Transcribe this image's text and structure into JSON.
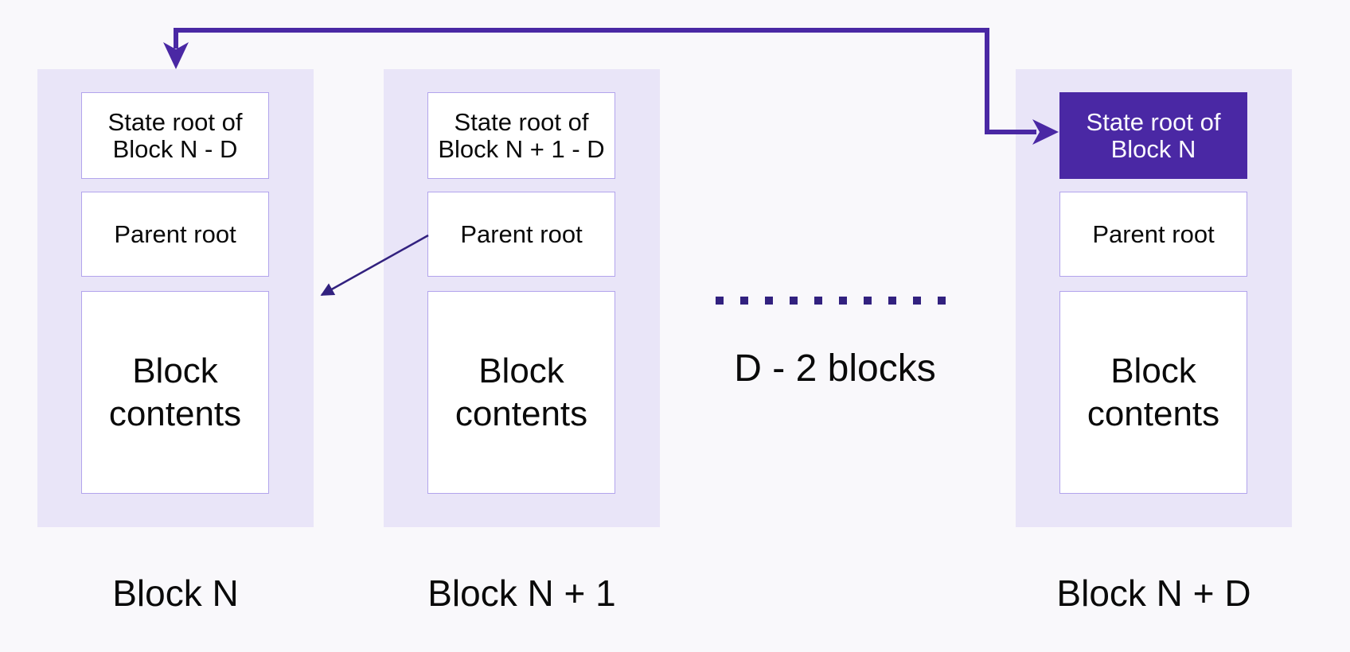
{
  "colors": {
    "background": "#f9f8fb",
    "container_fill": "#e9e5f8",
    "box_border": "#b2a4ec",
    "box_fill": "#ffffff",
    "highlight_fill": "#4a28a4",
    "highlight_text": "#fbfaff",
    "arrow_primary": "#4a28a4",
    "arrow_secondary": "#32217f",
    "text": "#0a0a0a"
  },
  "columns": [
    {
      "label": "Block N",
      "state_root_highlighted": false,
      "boxes": {
        "state_root": "State root of\nBlock N - D",
        "parent_root": "Parent root",
        "contents": "Block\ncontents"
      }
    },
    {
      "label": "Block N + 1",
      "state_root_highlighted": false,
      "boxes": {
        "state_root": "State root of\nBlock N + 1 - D",
        "parent_root": "Parent root",
        "contents": "Block\ncontents"
      }
    },
    {
      "label": "Block N + D",
      "state_root_highlighted": true,
      "boxes": {
        "state_root": "State root of\nBlock N",
        "parent_root": "Parent root",
        "contents": "Block\ncontents"
      }
    }
  ],
  "gap": {
    "label": "D - 2 blocks"
  },
  "connectors": {
    "state_root_reference_arrow": "elbow-double-headed-arrow",
    "parent_root_link_arrow": "diagonal-arrow",
    "omitted_blocks": "dotted-line"
  }
}
